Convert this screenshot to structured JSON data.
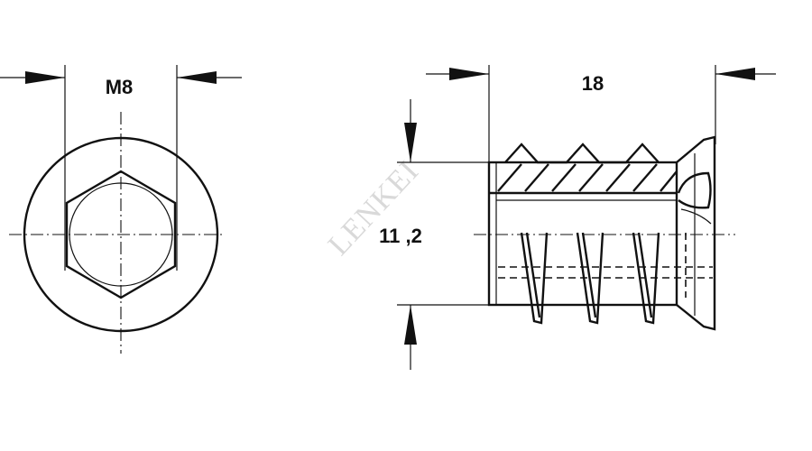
{
  "dimensions": {
    "thread_size": "M8",
    "length": "18",
    "outer_diameter": "11 ,2"
  },
  "watermark": "LENKEI",
  "colors": {
    "line": "#111111",
    "background": "#ffffff",
    "watermark": "#d9d9d9"
  }
}
